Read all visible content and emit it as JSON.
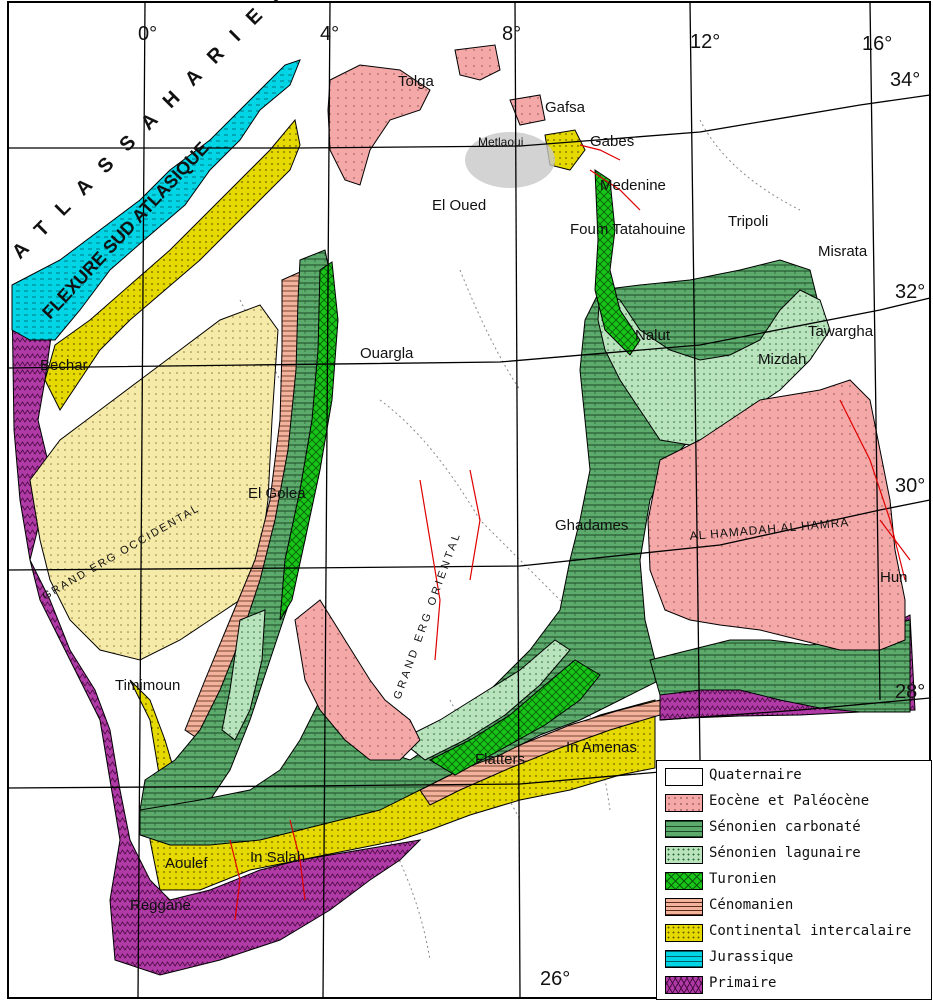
{
  "colors": {
    "quaternaire": "#ffffff",
    "eocene": "#f4a9a8",
    "senonien_carbonate": "#5dab6c",
    "senonien_lagunaire": "#b8e3bd",
    "turonien": "#17c417",
    "cenomanien": "#f2b29b",
    "continental": "#e5d900",
    "jurassique": "#00d5e6",
    "primaire": "#b03aa6",
    "continental_pale": "#f6eaa8",
    "fault": "#e00000"
  },
  "degree_labels": {
    "lon_0": "0°",
    "lon_4": "4°",
    "lon_8": "8°",
    "lon_12": "12°",
    "lon_16": "16°",
    "lat_34": "34°",
    "lat_32": "32°",
    "lat_30": "30°",
    "lat_28": "28°",
    "lat_26": "26°"
  },
  "places": {
    "tolga": "Tolga",
    "gafsa": "Gafsa",
    "metlaoui": "Metlaoui",
    "gabes": "Gabes",
    "medenine": "Medenine",
    "el_oued": "El Oued",
    "foum_tataouine": "Foum Tatahouine",
    "tripoli": "Tripoli",
    "misrata": "Misrata",
    "nalut": "Nalut",
    "mizdah": "Mizdah",
    "tawargha": "Tawargha",
    "ouargla": "Ouargla",
    "el_golea": "El Golea",
    "ghadames": "Ghadames",
    "bechar": "Bechar",
    "timimoun": "Timimoun",
    "in_salah": "In Salah",
    "aoulef": "Aoulef",
    "reggane": "Reggane",
    "fort_flatters": "Flatters",
    "in_amenas": "In Amenas",
    "hun": "Hun"
  },
  "regional_labels": {
    "atlas_saharien": "A T L A S   S A H A R I E N",
    "flexure": "FLEXURE SUD ATLASIQUE",
    "grand_erg_occidental": "GRAND ERG OCCIDENTAL",
    "grand_erg_oriental": "GRAND ERG ORIENTAL",
    "hamadah": "AL HAMADAH AL HAMRA"
  },
  "legend": {
    "items": [
      {
        "key": "quaternaire",
        "label": "Quaternaire",
        "pattern": "none"
      },
      {
        "key": "eocene",
        "label": "Eocène et Paléocène",
        "pattern": "dots"
      },
      {
        "key": "senonien_carbonate",
        "label": "Sénonien carbonaté",
        "pattern": "hlines"
      },
      {
        "key": "senonien_lagunaire",
        "label": "Sénonien lagunaire",
        "pattern": "dots"
      },
      {
        "key": "turonien",
        "label": "Turonien",
        "pattern": "hatch"
      },
      {
        "key": "cenomanien",
        "label": "Cénomanien",
        "pattern": "hlines"
      },
      {
        "key": "continental",
        "label": "Continental intercalaire",
        "pattern": "dots"
      },
      {
        "key": "jurassique",
        "label": "Jurassique",
        "pattern": "dashes"
      },
      {
        "key": "primaire",
        "label": "Primaire",
        "pattern": "zigzag"
      }
    ]
  }
}
